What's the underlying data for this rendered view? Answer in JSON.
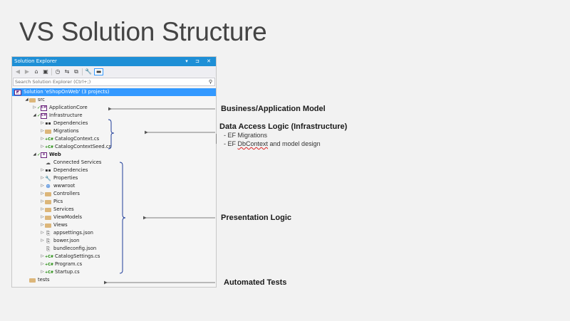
{
  "slide": {
    "title": "VS Solution Structure"
  },
  "explorer": {
    "title": "Solution Explorer",
    "window_controls": "▾ ⊐ ✕",
    "search_placeholder": "Search Solution Explorer (Ctrl+;)",
    "toolbar": [
      {
        "name": "back-icon",
        "glyph": "◀",
        "dim": true
      },
      {
        "name": "forward-icon",
        "glyph": "▶",
        "dim": true
      },
      {
        "name": "home-icon",
        "glyph": "⌂"
      },
      {
        "name": "switch-views-icon",
        "glyph": "▣"
      },
      {
        "name": "sep",
        "sep": true
      },
      {
        "name": "pending-changes-icon",
        "glyph": "◷"
      },
      {
        "name": "sync-icon",
        "glyph": "⇆"
      },
      {
        "name": "collapse-all-icon",
        "glyph": "⧉"
      },
      {
        "name": "sep",
        "sep": true
      },
      {
        "name": "properties-wrench-icon",
        "glyph": "🔧"
      },
      {
        "name": "preview-icon",
        "glyph": "▬",
        "active": true
      }
    ],
    "tree": [
      {
        "label": "Solution 'eShopOnWeb' (3 projects)",
        "icon": "sol",
        "glyph": "◩",
        "indent": 0,
        "exp": "",
        "selected": true
      },
      {
        "label": "src",
        "icon": "folder",
        "glyph": "",
        "indent": 1,
        "exp": "◢"
      },
      {
        "label": "ApplicationCore",
        "icon": "proj",
        "glyph": "C#",
        "indent": 2,
        "exp": "▷",
        "check": "✓"
      },
      {
        "label": "Infrastructure",
        "icon": "proj",
        "glyph": "C#",
        "indent": 2,
        "exp": "◢",
        "check": "✓"
      },
      {
        "label": "Dependencies",
        "icon": "deps",
        "glyph": "▪▪",
        "indent": 3,
        "exp": "▷"
      },
      {
        "label": "Migrations",
        "icon": "folder",
        "glyph": "",
        "indent": 3,
        "exp": "▷"
      },
      {
        "label": "CatalogContext.cs",
        "icon": "cs",
        "glyph": "+C#",
        "indent": 3,
        "exp": "▷"
      },
      {
        "label": "CatalogContextSeed.cs",
        "icon": "cs",
        "glyph": "+C#",
        "indent": 3,
        "exp": "▷"
      },
      {
        "label": "Web",
        "icon": "proj",
        "glyph": "⊕",
        "indent": 2,
        "exp": "◢",
        "check": "✓",
        "bold": true
      },
      {
        "label": "Connected Services",
        "icon": "cloud",
        "glyph": "☁",
        "indent": 3,
        "exp": ""
      },
      {
        "label": "Dependencies",
        "icon": "deps",
        "glyph": "▪▪",
        "indent": 3,
        "exp": "▷"
      },
      {
        "label": "Properties",
        "icon": "wrench",
        "glyph": "🔧",
        "indent": 3,
        "exp": "▷"
      },
      {
        "label": "wwwroot",
        "icon": "globe",
        "glyph": "⊕",
        "indent": 3,
        "exp": "▷"
      },
      {
        "label": "Controllers",
        "icon": "folder",
        "glyph": "",
        "indent": 3,
        "exp": "▷"
      },
      {
        "label": "Pics",
        "icon": "folder",
        "glyph": "",
        "indent": 3,
        "exp": "▷"
      },
      {
        "label": "Services",
        "icon": "folder",
        "glyph": "",
        "indent": 3,
        "exp": "▷"
      },
      {
        "label": "ViewModels",
        "icon": "folder",
        "glyph": "",
        "indent": 3,
        "exp": "▷"
      },
      {
        "label": "Views",
        "icon": "folder",
        "glyph": "",
        "indent": 3,
        "exp": "▷"
      },
      {
        "label": "appsettings.json",
        "icon": "json",
        "glyph": "⎘",
        "indent": 3,
        "exp": "▷"
      },
      {
        "label": "bower.json",
        "icon": "json",
        "glyph": "⎘",
        "indent": 3,
        "exp": "▷"
      },
      {
        "label": "bundleconfig.json",
        "icon": "json",
        "glyph": "⎘",
        "indent": 3,
        "exp": ""
      },
      {
        "label": "CatalogSettings.cs",
        "icon": "cs",
        "glyph": "+C#",
        "indent": 3,
        "exp": "▷"
      },
      {
        "label": "Program.cs",
        "icon": "cs",
        "glyph": "+C#",
        "indent": 3,
        "exp": "▷"
      },
      {
        "label": "Startup.cs",
        "icon": "cs",
        "glyph": "+C#",
        "indent": 3,
        "exp": "▷"
      },
      {
        "label": "tests",
        "icon": "folder",
        "glyph": "",
        "indent": 1,
        "exp": ""
      }
    ]
  },
  "annotations": {
    "business": "Business/Application Model",
    "data_access": "Data Access Logic (Infrastructure)",
    "data_access_item1": "- EF Migrations",
    "data_access_item2_prefix": "- EF ",
    "data_access_item2_word": "DbContext",
    "data_access_item2_suffix": " and model design",
    "presentation": "Presentation Logic",
    "tests": "Automated Tests"
  },
  "colors": {
    "accent": "#1e8fd6",
    "selection": "#3399ff",
    "background": "#f2f2f2"
  }
}
